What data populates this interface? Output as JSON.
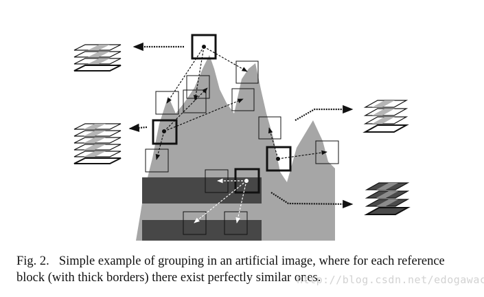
{
  "caption": {
    "label": "Fig. 2.",
    "text": "Simple example of grouping in an artificial image, where for each reference block (with thick borders) there exist perfectly similar ones."
  },
  "watermark": "http://blog.csdn.net/edogawachia",
  "colors": {
    "mountain": "#a6a6a6",
    "band": "#474747",
    "block_stroke": "#111111",
    "arrow": "#111111",
    "arrow_on_band": "#ffffff",
    "stack_light": "#b5b5b5",
    "stack_dark": "#4a4a4a"
  }
}
